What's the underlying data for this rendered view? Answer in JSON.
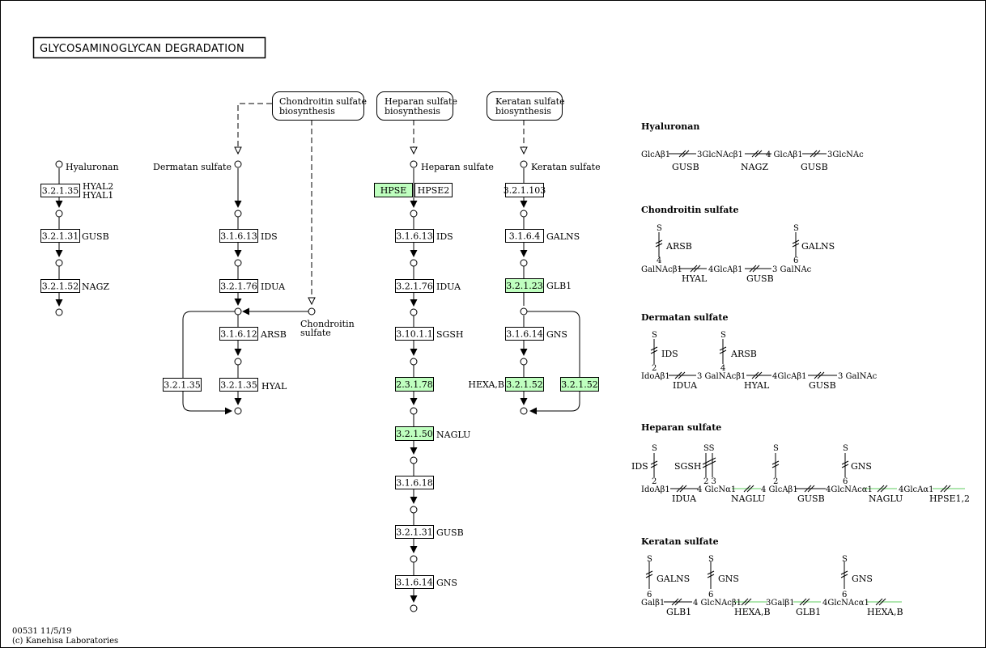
{
  "title": "GLYCOSAMINOGLYCAN DEGRADATION",
  "footer": {
    "map_id": "00531 11/5/19",
    "copyright": "(c) Kanehisa Laboratories"
  },
  "colors": {
    "highlight": "#bfffbf",
    "border": "#000000"
  },
  "map_links": {
    "chondroitin": [
      "Chondroitin sulfate",
      "biosynthesis"
    ],
    "heparan": [
      "Heparan sulfate",
      "biosynthesis"
    ],
    "keratan": [
      "Keratan sulfate",
      "biosynthesis"
    ]
  },
  "compounds": {
    "hyaluronan": "Hyaluronan",
    "dermatan": "Dermatan sulfate",
    "heparan": "Heparan sulfate",
    "keratan": "Keratan sulfate",
    "chondroitin": [
      "Chondroitin",
      "sulfate"
    ]
  },
  "enzymes": {
    "hy1": "3.2.1.35",
    "hy2": "3.2.1.31",
    "hy3": "3.2.1.52",
    "de1": "3.1.6.13",
    "de2": "3.2.1.76",
    "de3": "3.1.6.12",
    "de4": "3.2.1.35",
    "de5": "3.2.1.35",
    "he0a": "HPSE",
    "he0b": "HPSE2",
    "he1": "3.1.6.13",
    "he2": "3.2.1.76",
    "he3": "3.10.1.1",
    "he4": "2.3.1.78",
    "he5": "3.2.1.50",
    "he6": "3.1.6.18",
    "he7": "3.2.1.31",
    "he8": "3.1.6.14",
    "ke1": "3.2.1.103",
    "ke2": "3.1.6.4",
    "ke3": "3.2.1.23",
    "ke4": "3.1.6.14",
    "ke5": "3.2.1.52",
    "ke6": "3.2.1.52"
  },
  "genes": {
    "hy1": [
      "HYAL2",
      "HYAL1"
    ],
    "hy2": "GUSB",
    "hy3": "NAGZ",
    "de1": "IDS",
    "de2": "IDUA",
    "de3": "ARSB",
    "de5": "HYAL",
    "he1": "IDS",
    "he2": "IDUA",
    "he3": "SGSH",
    "he5": "NAGLU",
    "he7": "GUSB",
    "he8": "GNS",
    "ke2": "GALNS",
    "ke3": "GLB1",
    "ke4": "GNS",
    "ke5": "HEXA,B"
  },
  "structures": {
    "hyaluronan": {
      "title": "Hyaluronan",
      "chain": [
        "GlcAβ1",
        "3GlcNAcβ1",
        "4 GlcAβ1",
        "3GlcNAc"
      ],
      "enzymes": [
        "GUSB",
        "NAGZ",
        "GUSB"
      ]
    },
    "chondroitin": {
      "title": "Chondroitin sulfate",
      "chain": [
        "GalNAcβ1",
        "4GlcAβ1",
        "3 GalNAc"
      ],
      "enzymes": [
        "HYAL",
        "GUSB"
      ],
      "s": [
        "S",
        "S"
      ],
      "pos": [
        "4",
        "6"
      ],
      "sulf": [
        "ARSB",
        "GALNS"
      ]
    },
    "dermatan": {
      "title": "Dermatan sulfate",
      "chain": [
        "IdoAβ1",
        "3 GalNAcβ1",
        "4GlcAβ1",
        "3 GalNAc"
      ],
      "enzymes": [
        "IDUA",
        "HYAL",
        "GUSB"
      ],
      "s": [
        "S",
        "S"
      ],
      "pos": [
        "2",
        "4"
      ],
      "sulf": [
        "IDS",
        "ARSB"
      ]
    },
    "heparan": {
      "title": "Heparan sulfate",
      "chain": [
        "IdoAβ1",
        "4 GlcNα1",
        "4 GlcAβ1",
        "4GlcNAcα1",
        "4GlcAα1"
      ],
      "enzymes": [
        "IDUA",
        "NAGLU",
        "GUSB",
        "NAGLU",
        "HPSE1,2"
      ],
      "s": [
        "S",
        "SS",
        "S",
        "S"
      ],
      "pos": [
        "2",
        "2 3",
        "2",
        "6"
      ],
      "sulf": [
        "IDS",
        "SGSH",
        "GNS"
      ]
    },
    "keratan": {
      "title": "Keratan sulfate",
      "chain": [
        "Galβ1",
        "4 GlcNAcβ1",
        "3Galβ1",
        "4GlcNAcα1"
      ],
      "enzymes": [
        "GLB1",
        "HEXA,B",
        "GLB1",
        "HEXA,B"
      ],
      "s": [
        "S",
        "S",
        "S"
      ],
      "pos": [
        "6",
        "6",
        "6"
      ],
      "sulf": [
        "GALNS",
        "GNS",
        "GNS"
      ]
    }
  }
}
